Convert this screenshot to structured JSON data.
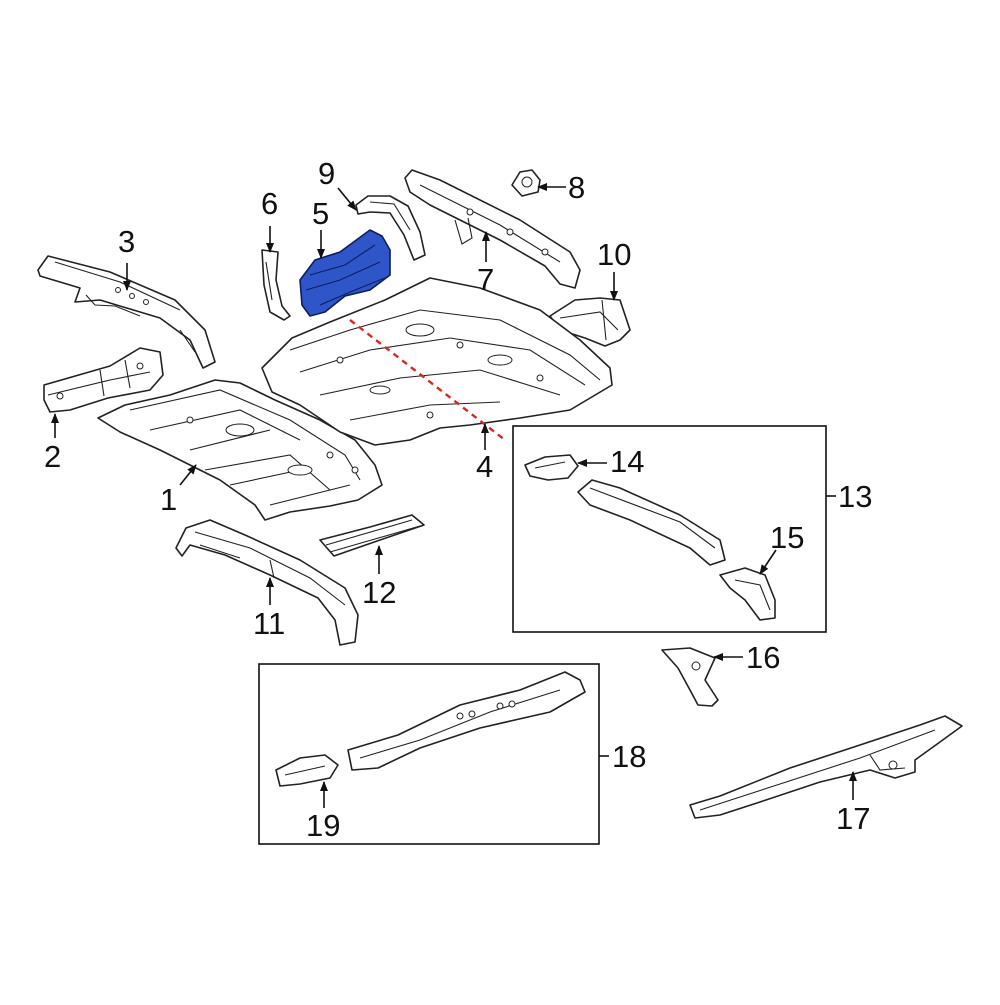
{
  "callouts": {
    "c1": "1",
    "c2": "2",
    "c3": "3",
    "c4": "4",
    "c5": "5",
    "c6": "6",
    "c7": "7",
    "c8": "8",
    "c9": "9",
    "c10": "10",
    "c11": "11",
    "c12": "12",
    "c13": "13",
    "c14": "14",
    "c15": "15",
    "c16": "16",
    "c17": "17",
    "c18": "18",
    "c19": "19"
  },
  "colors": {
    "highlight_part": "#2f56c8",
    "cut_line": "#e0231f",
    "linework": "#222222"
  },
  "highlighted_part": "5"
}
